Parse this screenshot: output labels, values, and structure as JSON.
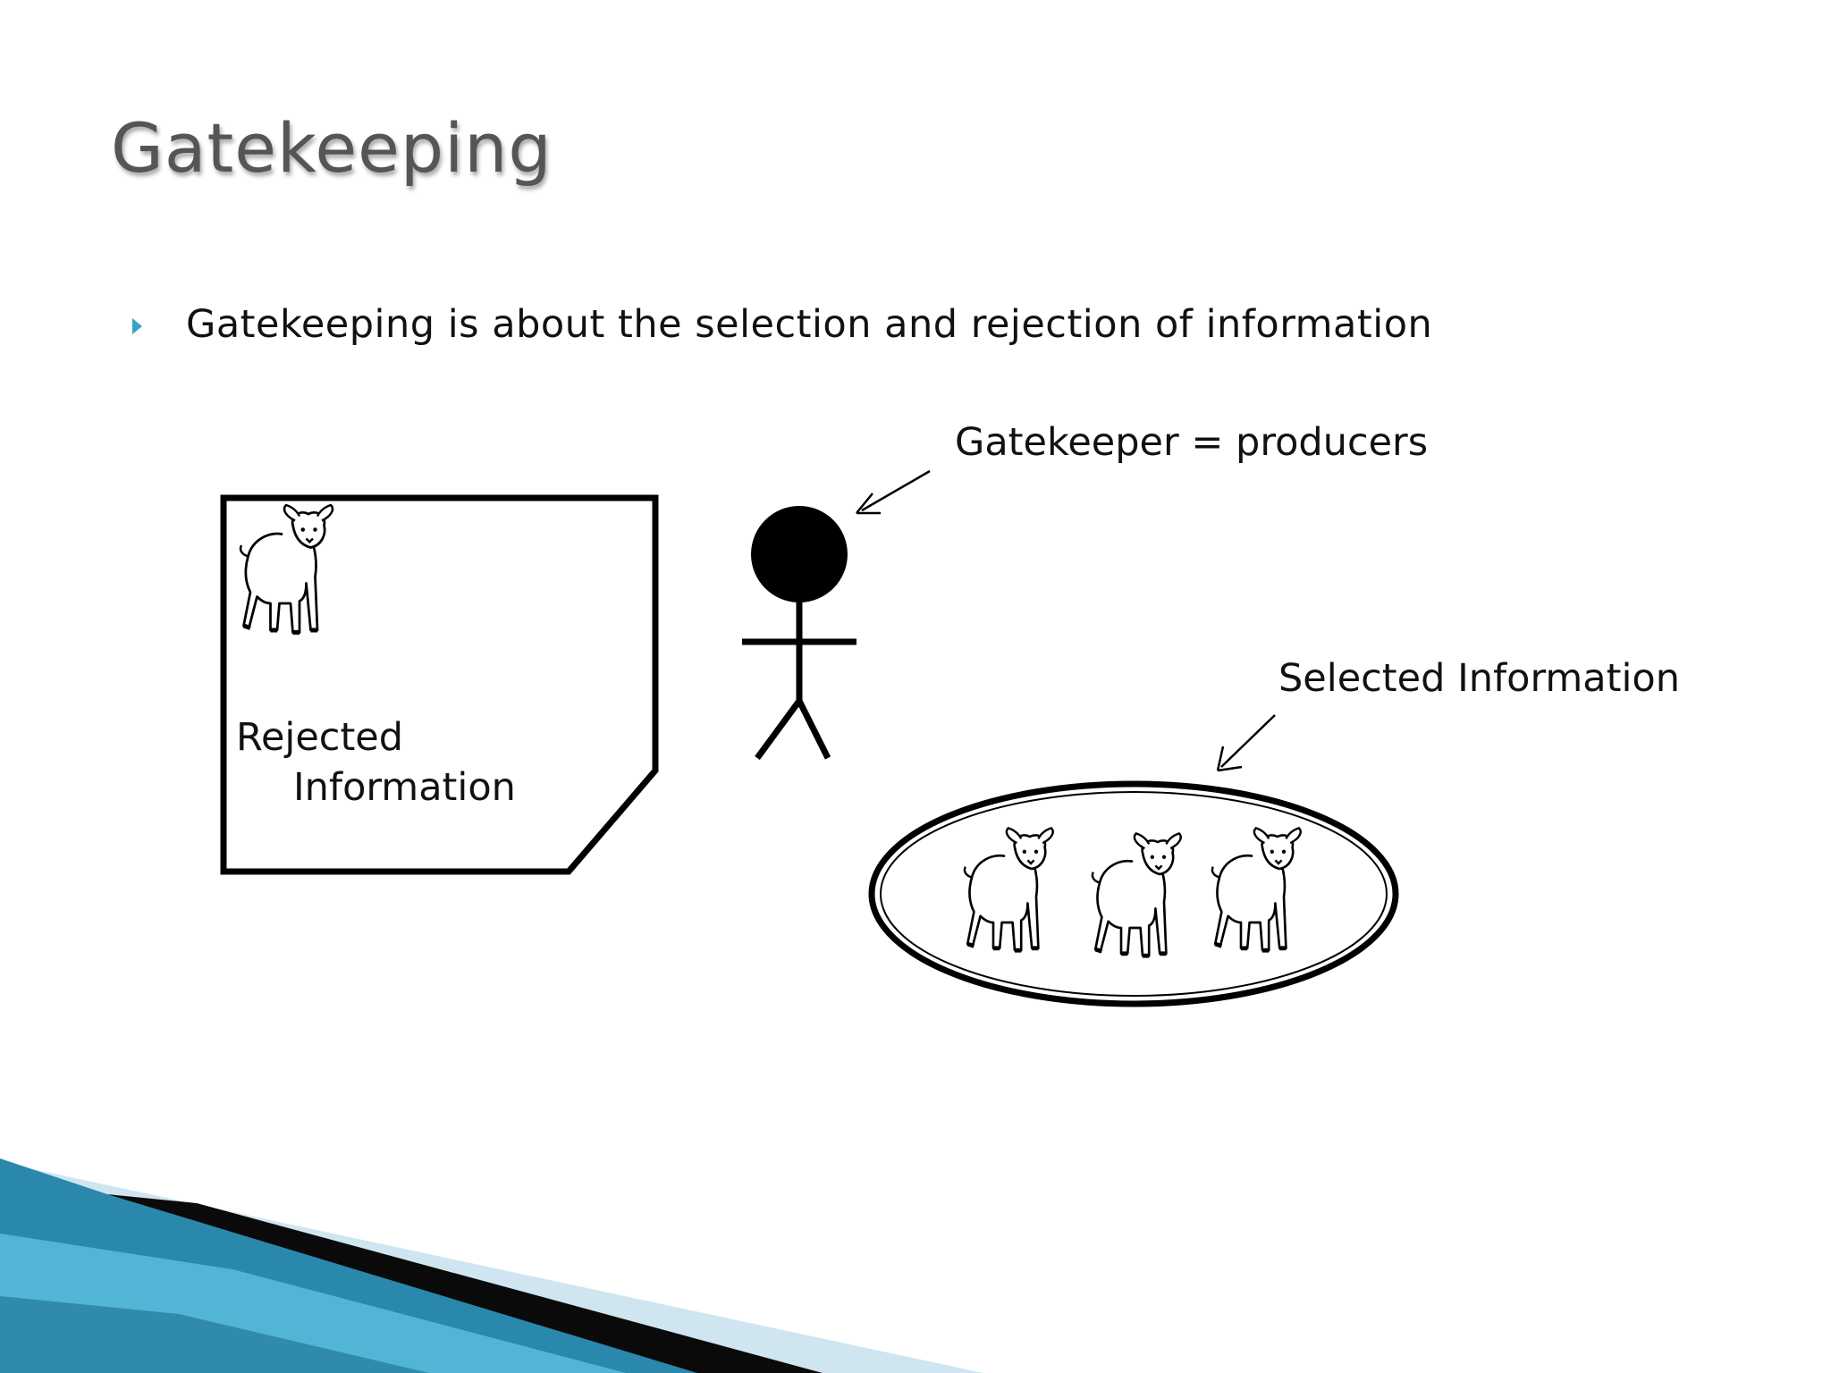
{
  "slide": {
    "title": "Gatekeeping",
    "bullet": "Gatekeeping is about the selection and rejection of information"
  },
  "diagram": {
    "gatekeeper_label": "Gatekeeper = producers",
    "selected_label": "Selected Information",
    "rejected_label_line1": "Rejected",
    "rejected_label_line2": "Information"
  },
  "colors": {
    "title": "#555555",
    "bullet_marker": "#3aa3c3",
    "ink": "#000000",
    "footer_blue_dark": "#1b6e8f",
    "footer_blue_light": "#5cc0e0",
    "footer_pale": "#d8ecf4"
  }
}
